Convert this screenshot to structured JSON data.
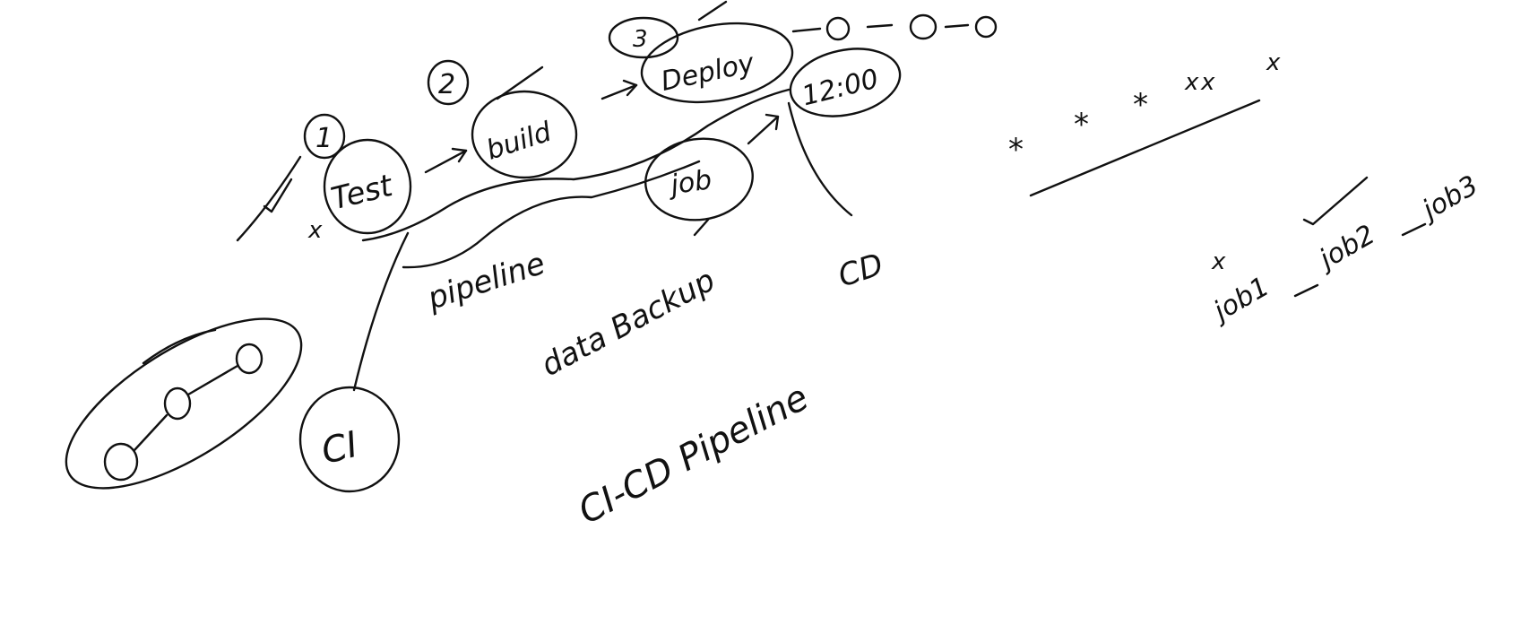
{
  "nodes": {
    "test": "Test",
    "build": "build",
    "deploy": "Deploy",
    "job": "job",
    "time": "12:00",
    "ci": "CI",
    "step1": "1",
    "step2": "2",
    "step3": "3"
  },
  "labels": {
    "pipeline": "pipeline",
    "data_backup": "data Backup",
    "cd": "CD",
    "cicd_pipeline": "CI-CD Pipeline"
  },
  "jobs": {
    "job1": "job1",
    "job2": "job2",
    "job3": "job3"
  },
  "marks": {
    "x": "x",
    "check": "✓",
    "star": "*"
  }
}
